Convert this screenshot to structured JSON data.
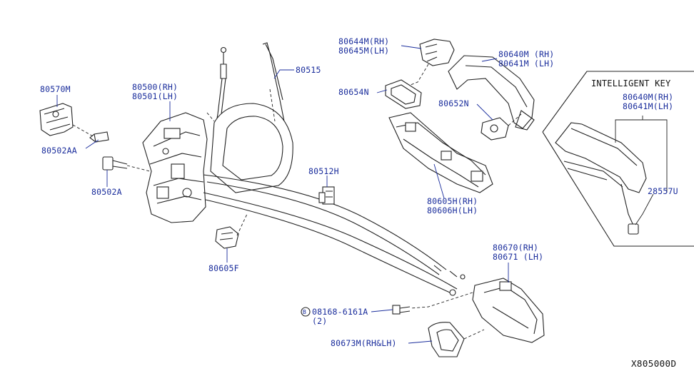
{
  "labels": {
    "p80570m": "80570M",
    "p80502aa": "80502AA",
    "p80502a": "80502A",
    "p80500": "80500(RH)",
    "p80501": "80501(LH)",
    "p80515": "80515",
    "p80644m": "80644M(RH)",
    "p80645m": "80645M(LH)",
    "p80654n": "80654N",
    "p80640m": "80640M (RH)",
    "p80641m": "80641M (LH)",
    "p80652n": "80652N",
    "p80512h": "80512H",
    "p80605h": "80605H(RH)",
    "p80606h": "80606H(LH)",
    "p80605f": "80605F",
    "p80670": "80670(RH)",
    "p80671": "80671 (LH)",
    "p08168": "08168-6161A",
    "p08168_qty": "(2)",
    "p08168_prefix": "B",
    "p80673m": "80673M(RH&LH)",
    "ik_title": "INTELLIGENT KEY",
    "ik_80640m": "80640M(RH)",
    "ik_80641m": "80641M(LH)",
    "ik_28557u": "28557U"
  },
  "diagram_ref": "X805000D"
}
